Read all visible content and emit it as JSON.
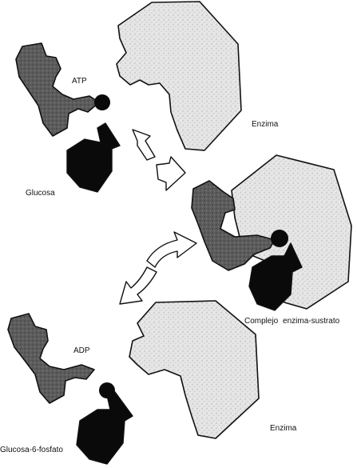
{
  "labels": {
    "atp": "ATP",
    "enzima_top": "Enzima",
    "glucosa": "Glucosa",
    "complejo": "Complejo enzima-sustrato",
    "adp": "ADP",
    "enzima_bottom": "Enzima",
    "glucosa_6_fosfato": "Glucosa-6-fosfato"
  },
  "colors": {
    "enzyme_fill": "#e4e4e4",
    "atp_fill": "#5a5a5a",
    "glucose_fill": "#0a0a0a",
    "outline": "#111111"
  }
}
